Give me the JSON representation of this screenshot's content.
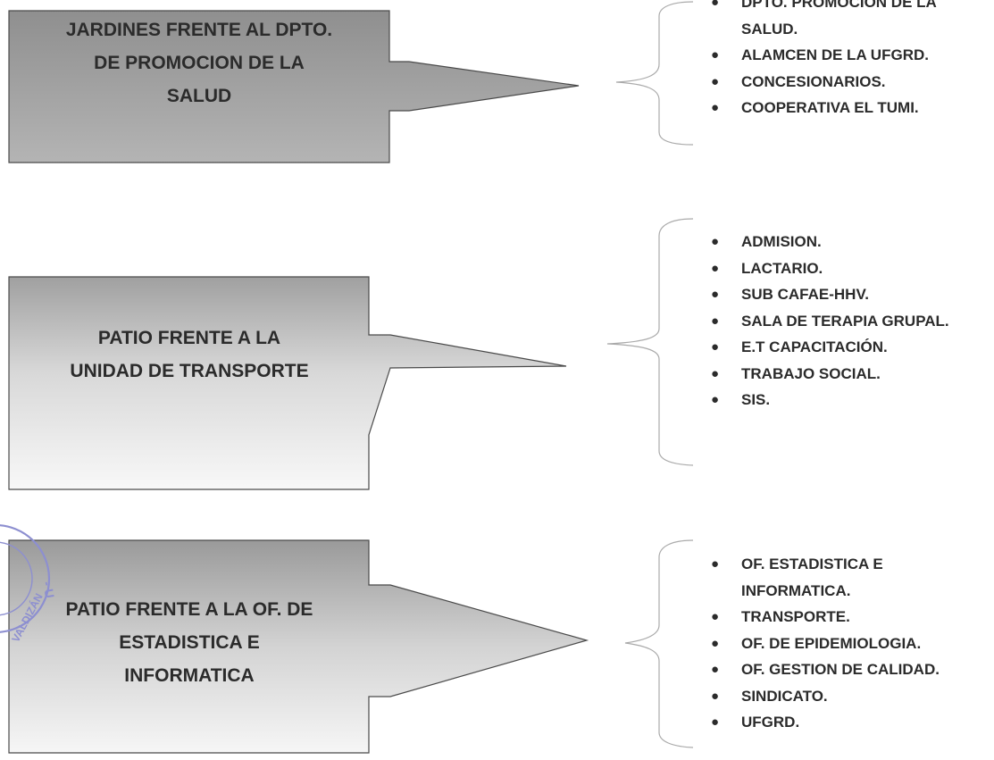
{
  "blocks": [
    {
      "source_lines": [
        "JARDINES FRENTE AL DPTO.",
        "DE PROMOCION DE LA",
        "SALUD"
      ],
      "items": [
        [
          "DPTO. PROMOCION DE LA",
          "SALUD."
        ],
        [
          "ALAMCEN DE LA UFGRD."
        ],
        [
          "CONCESIONARIOS."
        ],
        [
          "COOPERATIVA EL TUMI."
        ]
      ]
    },
    {
      "source_lines": [
        "PATIO FRENTE A LA",
        "UNIDAD DE TRANSPORTE"
      ],
      "items": [
        [
          "ADMISION."
        ],
        [
          "LACTARIO."
        ],
        [
          "SUB CAFAE-HHV."
        ],
        [
          "SALA DE TERAPIA GRUPAL."
        ],
        [
          "E.T CAPACITACIÓN."
        ],
        [
          "TRABAJO SOCIAL."
        ],
        [
          "SIS."
        ]
      ]
    },
    {
      "source_lines": [
        "PATIO FRENTE A LA OF. DE",
        "ESTADISTICA E",
        "INFORMATICA"
      ],
      "items": [
        [
          "OF. ESTADISTICA E",
          "INFORMATICA."
        ],
        [
          "TRANSPORTE."
        ],
        [
          "OF. DE EPIDEMIOLOGIA."
        ],
        [
          "OF. GESTION DE CALIDAD."
        ],
        [
          "SINDICATO."
        ],
        [
          "UFGRD."
        ]
      ]
    }
  ],
  "stamp": {
    "text_right": "- U",
    "text_left": "VALDIZÁN",
    "color": "#8d8fd0"
  },
  "colors": {
    "box_fill_top": "#9e9e9e",
    "box_fill_bottom": "#f6f6f6",
    "text": "#2b2b2b",
    "brace": "#aaaaaa"
  }
}
